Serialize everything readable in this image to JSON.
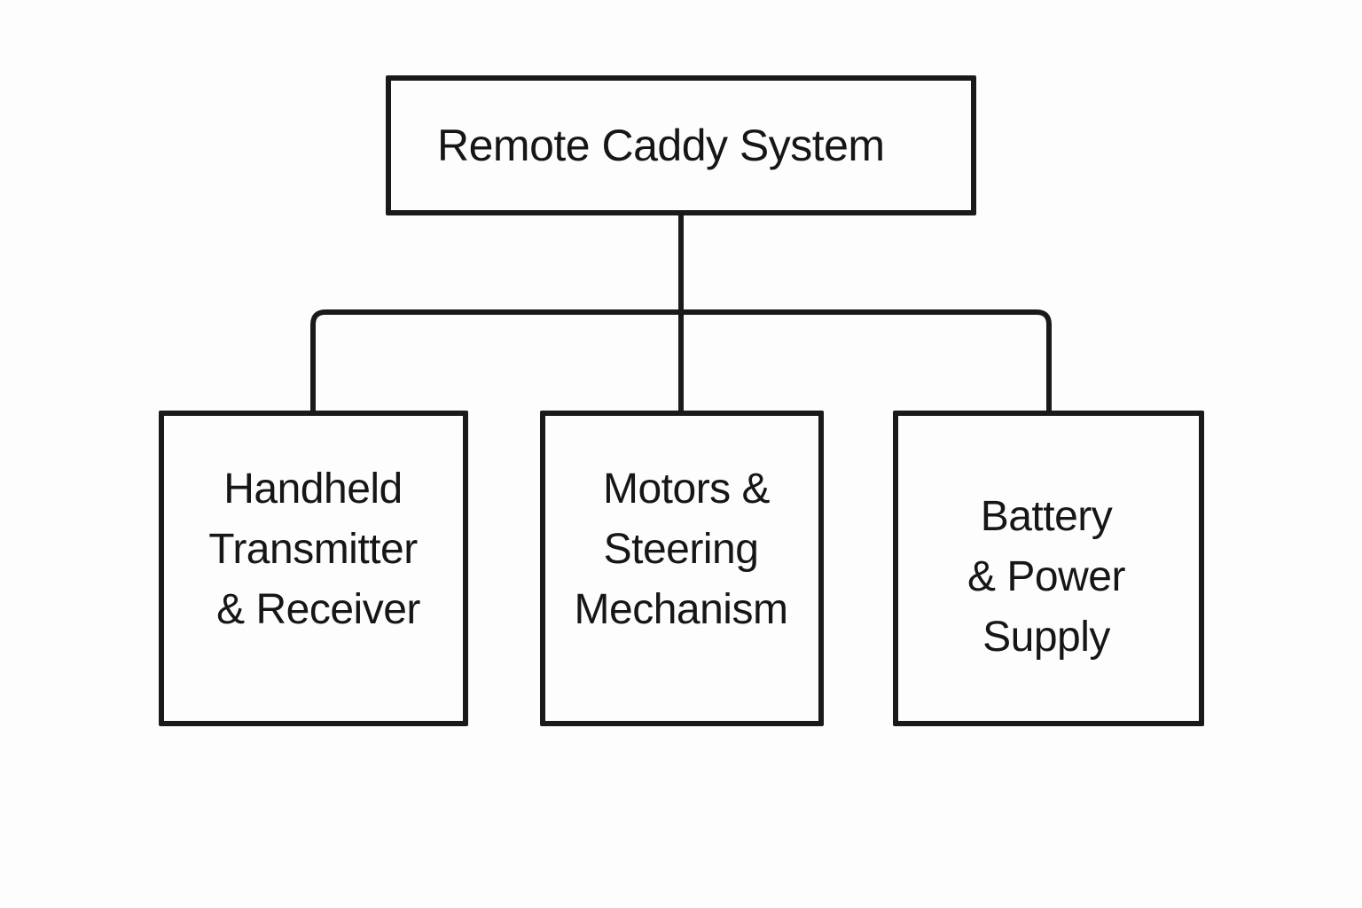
{
  "root": {
    "label": "Remote Caddy System"
  },
  "children": [
    {
      "id": "handheld",
      "lines": [
        "Handheld",
        "Transmitter",
        "& Receiver"
      ]
    },
    {
      "id": "motors",
      "lines": [
        "Motors &",
        "Steering",
        "Mechanism"
      ]
    },
    {
      "id": "battery",
      "lines": [
        "Battery",
        "& Power",
        "Supply"
      ]
    }
  ],
  "colors": {
    "line": "#1a1a1a",
    "text": "#161616",
    "background": "#fdfdfd"
  }
}
